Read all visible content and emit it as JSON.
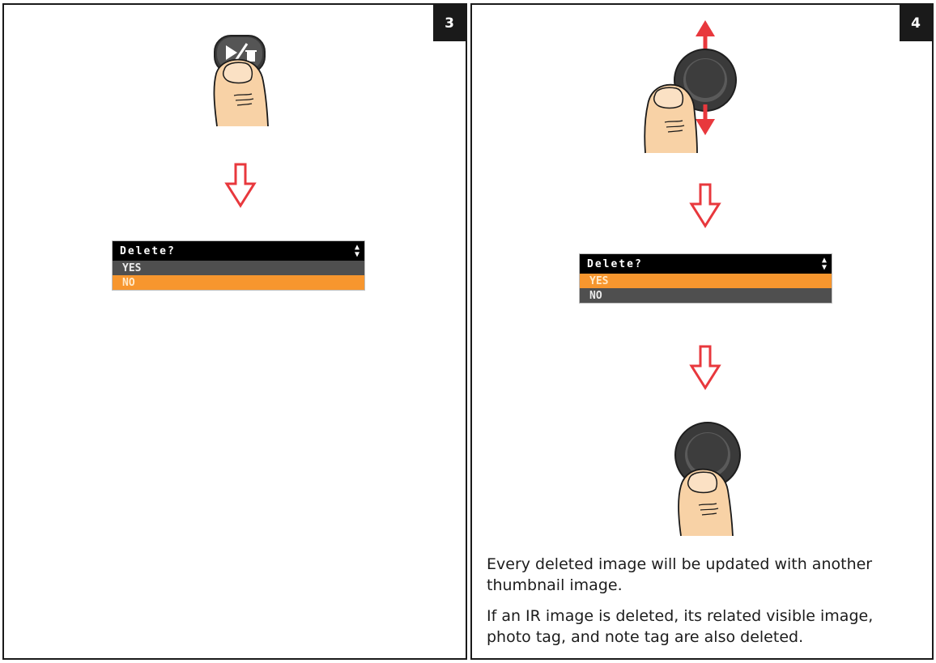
{
  "panels": [
    {
      "step": "3",
      "menu": {
        "title": "Delete?",
        "options": [
          {
            "label": "YES",
            "selected": false
          },
          {
            "label": "NO",
            "selected": true
          }
        ]
      }
    },
    {
      "step": "4",
      "menu": {
        "title": "Delete?",
        "options": [
          {
            "label": "YES",
            "selected": true
          },
          {
            "label": "NO",
            "selected": false
          }
        ]
      },
      "notes": [
        "Every deleted image will be updated with another thumbnail image.",
        "If an IR image is deleted, its related visible image, photo tag, and note tag are also deleted."
      ]
    }
  ],
  "colors": {
    "arrow_red": "#e8383d",
    "highlight_orange": "#f7962e",
    "skin": "#f8d2a6",
    "badge_bg": "#1a1a1a"
  },
  "icons": [
    "play-delete-button-icon",
    "thumb-press-icon",
    "joystick-icon",
    "down-arrow-icon"
  ]
}
